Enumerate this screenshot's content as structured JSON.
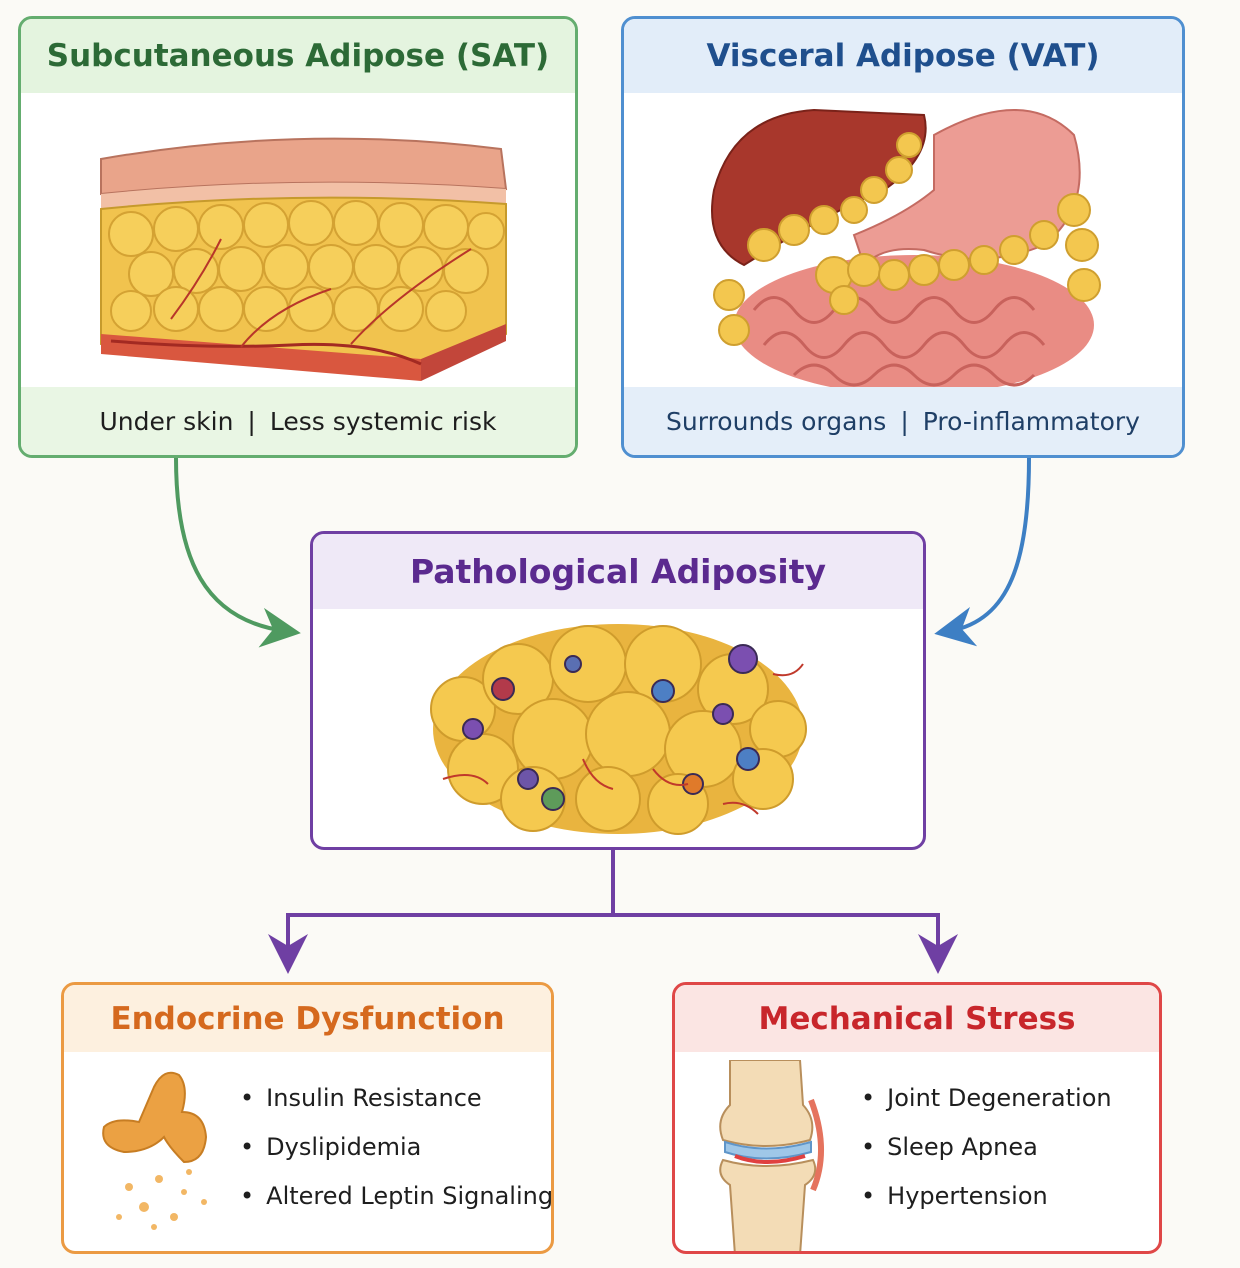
{
  "sat": {
    "title": "Subcutaneous Adipose (SAT)",
    "caption_left": "Under skin",
    "caption_sep": "|",
    "caption_right": "Less systemic risk",
    "color": "#64ad6f"
  },
  "vat": {
    "title": "Visceral Adipose (VAT)",
    "caption_left": "Surrounds organs",
    "caption_sep": "|",
    "caption_right": "Pro-inflammatory",
    "color": "#4f8fd0"
  },
  "pathological": {
    "title": "Pathological Adiposity",
    "color": "#6f3fa3"
  },
  "endocrine": {
    "title": "Endocrine Dysfunction",
    "items": [
      "Insulin Resistance",
      "Dyslipidemia",
      "Altered Leptin Signaling"
    ],
    "color": "#eb9a43"
  },
  "mechanical": {
    "title": "Mechanical Stress",
    "items": [
      "Joint Degeneration",
      "Sleep Apnea",
      "Hypertension"
    ],
    "color": "#df4747"
  },
  "illustrations": {
    "sat": "skin-fat-tissue-illustration",
    "vat": "abdominal-organs-illustration",
    "pathological": "inflamed-fat-cluster-illustration",
    "endocrine": "pancreas-icon",
    "mechanical": "knee-joint-icon"
  }
}
